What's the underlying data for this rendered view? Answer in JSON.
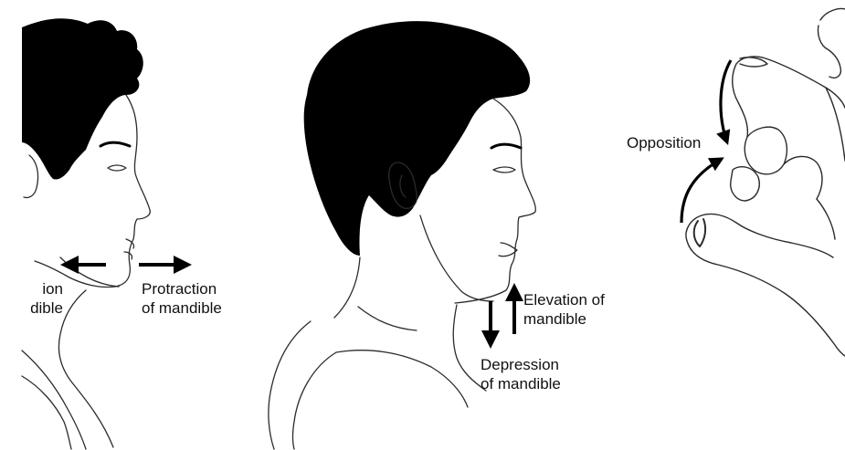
{
  "labels": {
    "retraction": {
      "line1": "ion",
      "line2": "dible"
    },
    "protraction": {
      "line1": "Protraction",
      "line2": "of mandible"
    },
    "elevation": {
      "line1": "Elevation of",
      "line2": "mandible"
    },
    "depression": {
      "line1": "Depression",
      "line2": "of mandible"
    },
    "opposition": {
      "line1": "Opposition"
    }
  },
  "colors": {
    "ink": "#111111",
    "hair": "#000000",
    "line": "#2b2b2b",
    "background": "#ffffff"
  },
  "icons": [
    "double-arrow-horizontal",
    "arrow-up",
    "arrow-down",
    "curved-arrow"
  ]
}
